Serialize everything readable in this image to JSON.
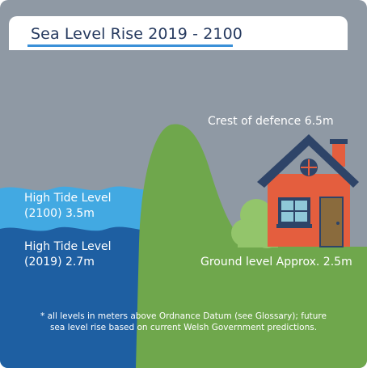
{
  "title": "Sea Level Rise 2019 - 2100",
  "labels": {
    "crest": "Crest of defence 6.5m",
    "high_tide_2100": [
      "High Tide Level",
      "(2100) 3.5m"
    ],
    "high_tide_2019": [
      "High Tide Level",
      "(2019) 2.7m"
    ],
    "ground": "Ground level Approx. 2.5m"
  },
  "footnote": [
    "* all levels in meters above Ordnance Datum (see Glossary); future",
    "sea level rise based on current Welsh Government predictions."
  ],
  "colors": {
    "background": "#8f99a4",
    "water_2100": "#42a9e2",
    "water_2019": "#1e5fa2",
    "ground_green": "#6fa74c",
    "house_wall": "#e45e3e",
    "roof": "#2e4468",
    "title_text": "#263a5f"
  }
}
